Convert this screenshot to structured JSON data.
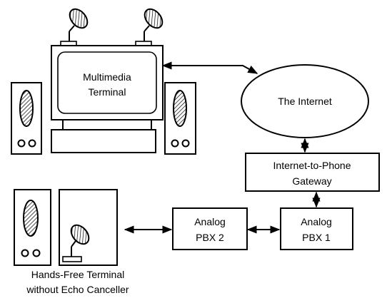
{
  "labels": {
    "terminal_line1": "Multimedia",
    "terminal_line2": "Terminal",
    "internet": "The Internet",
    "gateway_line1": "Internet-to-Phone",
    "gateway_line2": "Gateway",
    "pbx2_line1": "Analog",
    "pbx2_line2": "PBX 2",
    "pbx1_line1": "Analog",
    "pbx1_line2": "PBX 1",
    "handsfree_line1": "Hands-Free Terminal",
    "handsfree_line2": "without Echo Canceller"
  },
  "icons": [
    "microphone-icon",
    "speaker-icon",
    "monitor-icon",
    "hands-free-terminal-icon"
  ]
}
